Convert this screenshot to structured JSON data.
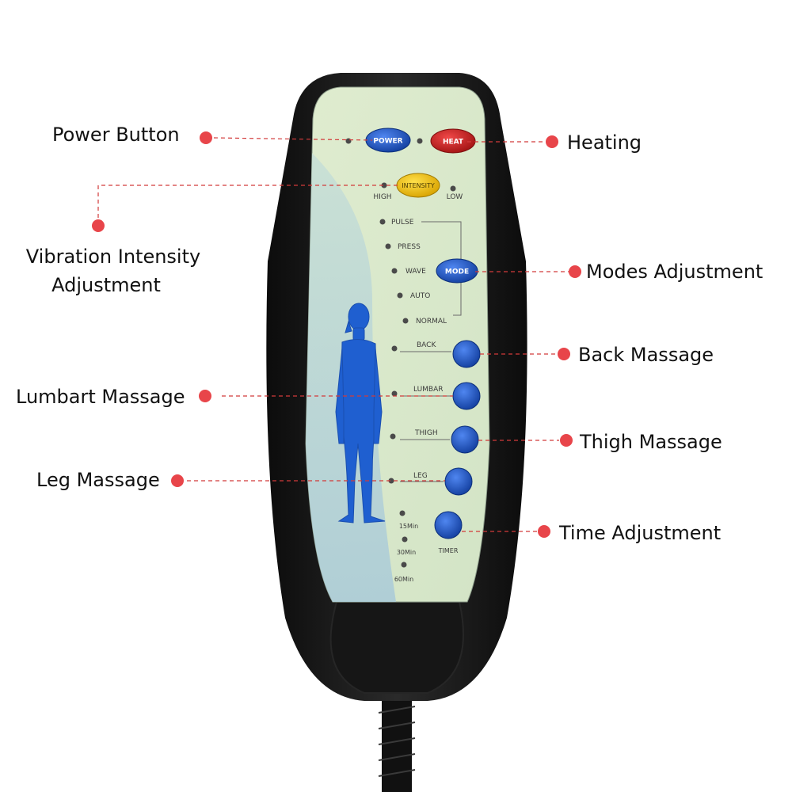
{
  "colors": {
    "accent_red": "#e8454a",
    "button_blue": "#1f55c8",
    "heat_red": "#c91f1f",
    "intensity_yellow": "#f5c400",
    "panel_green": "#dbe9cf",
    "panel_blue": "#b9d6e0",
    "body_black": "#1b1b1b",
    "figure_blue": "#1f5fd0"
  },
  "remote": {
    "power_label": "POWER",
    "heat_label": "HEAT",
    "intensity_label": "INTENSITY",
    "high_label": "HIGH",
    "low_label": "LOW",
    "modes": [
      "PULSE",
      "PRESS",
      "WAVE",
      "AUTO",
      "NORMAL"
    ],
    "mode_button_label": "MODE",
    "zones": [
      "BACK",
      "LUMBAR",
      "THIGH",
      "LEG"
    ],
    "timer_options": [
      "15Min",
      "30Min",
      "60Min"
    ],
    "timer_button_label": "TIMER"
  },
  "callouts": {
    "power": "Power Button",
    "heating": "Heating",
    "vibration_line1": "Vibration Intensity",
    "vibration_line2": "Adjustment",
    "modes": "Modes Adjustment",
    "back": "Back Massage",
    "lumbar": "Lumbart Massage",
    "thigh": "Thigh Massage",
    "leg": "Leg Massage",
    "time": "Time Adjustment"
  }
}
